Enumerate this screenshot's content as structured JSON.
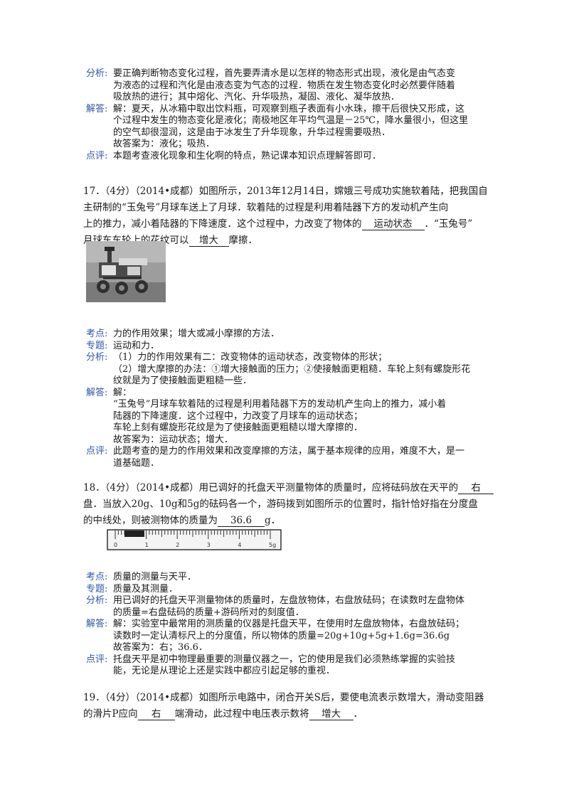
{
  "q16": {
    "analysis_label": "分析:",
    "analysis_lines": [
      "要正确判断物态变化过程，首先要弄清水是以怎样的物态形式出现，液化是由气态变",
      "为液态的过程和汽化是由液态变为气态的过程．物质在发生物态变化时必然要伴随着",
      "吸放热的进行；其中熔化、汽化、升华吸热，凝固、液化、凝华放热．"
    ],
    "solution_label": "解答:",
    "solution_lines": [
      "解：夏天，从冰箱中取出饮料瓶，可观察到瓶子表面有小水珠，擦干后很快又形成，这",
      "个过程中发生的物态变化是液化；南极地区年平均气温是－25℃，降水量很小，但这里",
      "的空气却很湿润，这是由于冰发生了升华现象，升华过程需要吸热．",
      "故答案为：液化；吸热．"
    ],
    "comment_label": "点评:",
    "comment_lines": [
      "本题考查液化现象和生化啊的特点，熟记课本知识点理解答即可．"
    ]
  },
  "q17": {
    "line1": "17．（4分）（2014•成都）如图所示，2013年12月14日，嫦娥三号成功实施软着陆，把我国自",
    "line2": "主研制的“玉兔号”月球车送上了月球．软着陆的过程是利用着陆器下方的发动机产生向",
    "line3_pre": "上的推力，减小着陆器的下降速度．这个过程中，力改变了物体的",
    "answer1": "运动状态",
    "line3_post": "．“玉兔号”",
    "line4_pre": "月球车车轮上的花纹可以",
    "answer2": "增大",
    "line4_post": "摩擦．",
    "points_label": "考点:",
    "points_lines": [
      "力的作用效果；增大或减小摩擦的方法．"
    ],
    "topic_label": "专题:",
    "topic_lines": [
      "运动和力．"
    ],
    "analysis_label": "分析:",
    "analysis_lines": [
      "（1）力的作用效果有二：改变物体的运动状态，改变物体的形状；",
      "（2）增大摩擦的办法：①增大接触面的压力；②使接触面更粗糙．车轮上刻有螺旋形花",
      "纹就是为了使接触面更粗糙一些．"
    ],
    "solution_label": "解答:",
    "solution_lines": [
      "解：",
      "“玉兔号”月球车软着陆的过程是利用着陆器下方的发动机产生向上的推力，减小着",
      "陆器的下降速度．这个过程中，力改变了月球车的运动状态；",
      "车轮上刻有螺旋形花纹是为了使接触面更粗糙以增大摩擦的．",
      "故答案为：运动状态；增大．"
    ],
    "comment_label": "点评:",
    "comment_lines": [
      "此题考查的是力的作用效果和改变摩擦的方法，属于基本规律的应用，难度不大，是一",
      "道基础题．"
    ]
  },
  "q18": {
    "line1_pre": "18．（4分）（2014•成都）用已调好的托盘天平测量物体的质量时，应将砝码放在天平的",
    "answer1": "右",
    "line2": "盘．当放入20g、10g和5g的砝码各一个，游码拨到如图所示的位置时，指针恰好指在分度盘",
    "line3_pre": "的中线处，则被测物体的质量为",
    "answer2": "36.6",
    "line3_post": "g．",
    "ruler_numbers": [
      "0",
      "1",
      "2",
      "3",
      "4",
      "5g"
    ],
    "points_label": "考点:",
    "points_lines": [
      "质量的测量与天平．"
    ],
    "topic_label": "专题:",
    "topic_lines": [
      "质量及其测量．"
    ],
    "analysis_label": "分析:",
    "analysis_lines": [
      "用已调好的托盘天平测量物体的质量时，左盘放物体，右盘放砝码；在读数时左盘物体",
      "的质量=右盘砝码的质量+游码所对的刻度值．"
    ],
    "solution_label": "解答:",
    "solution_lines": [
      "解：实验室中最常用的测质量的仪器是托盘天平，在使用时左盘放物体，右盘放砝码；",
      "读数时一定认清标尺上的分度值，所以物体的质量=20g+10g+5g+1.6g=36.6g",
      "故答案为：右；36.6．"
    ],
    "comment_label": "点评:",
    "comment_lines": [
      "托盘天平是初中物理最重要的测量仪器之一，它的使用是我们必须熟练掌握的实验技",
      "能，无论是从理论上还是实践中都应引起足够的重视．"
    ]
  },
  "q19": {
    "line1": "19．（4分）（2014•成都）如图所示电路中，闭合开关S后，要使电流表示数增大，滑动变阻器",
    "line2_pre": "的滑片P应向",
    "answer1": "右",
    "line2_mid": "端滑动，此过程中电压表示数将",
    "answer2": "增大",
    "line2_post": "．"
  }
}
